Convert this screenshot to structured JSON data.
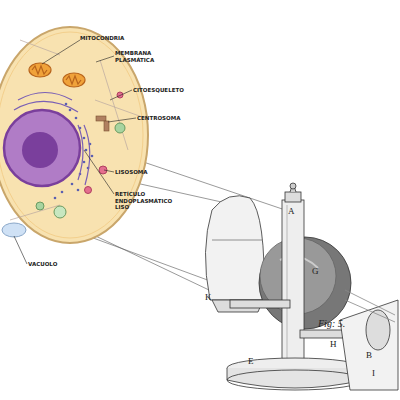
{
  "diagram": {
    "labels": [
      "MITOCONDRIA",
      "MEMBRANA PLASMÁTICA",
      "CITOESQUELETO",
      "CENTROSOMA",
      "LISOSOMA",
      "RETÍCULO ENDOPLASMÁTICO LISO",
      "VACUOLO",
      "A",
      "G",
      "K",
      "E",
      "H",
      "B",
      "I",
      "Fig: 5."
    ]
  }
}
